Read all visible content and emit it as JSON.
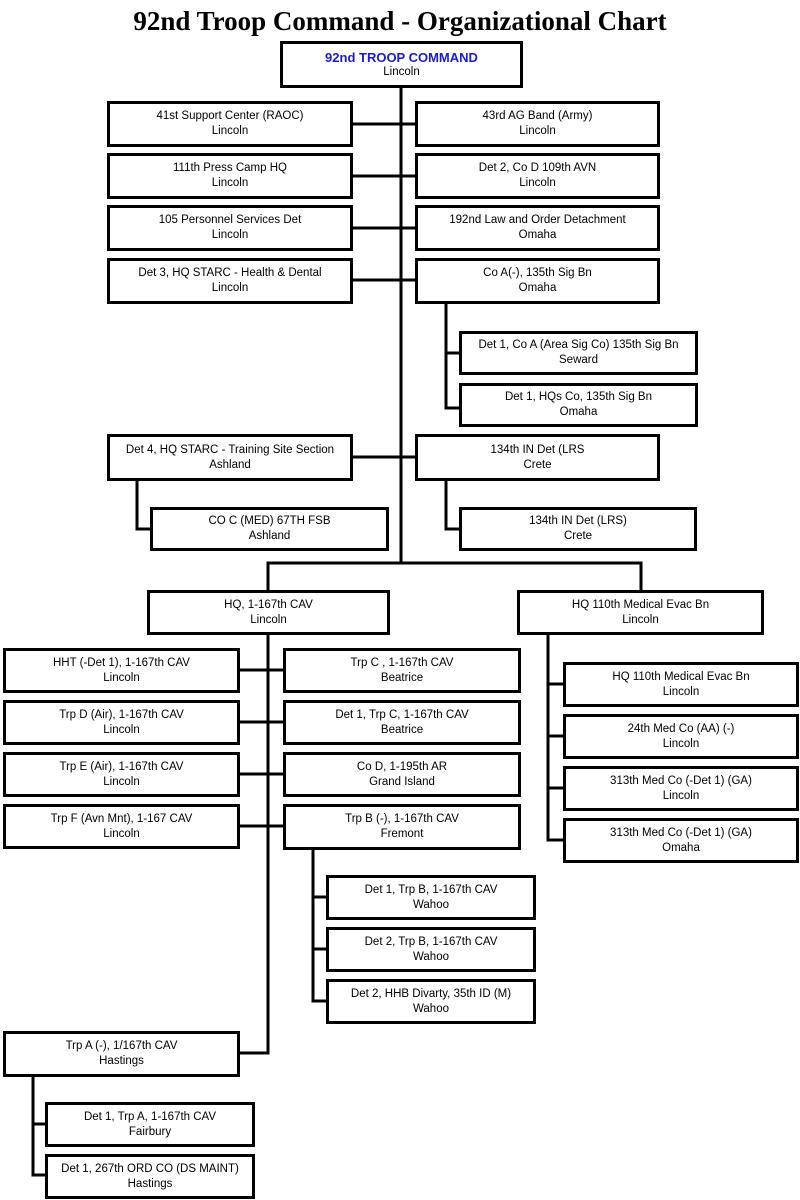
{
  "title": "92nd Troop Command - Organizational Chart",
  "colors": {
    "root_name": "#1a1adc",
    "line": "#000000",
    "box_border": "#000000"
  },
  "units": {
    "root": {
      "name": "92nd TROOP COMMAND",
      "location": "Lincoln"
    },
    "support_center": {
      "name": "41st Support Center (RAOC)",
      "location": "Lincoln"
    },
    "ag_band": {
      "name": "43rd AG Band (Army)",
      "location": "Lincoln"
    },
    "press_camp": {
      "name": "111th Press Camp HQ",
      "location": "Lincoln"
    },
    "det2_co_d_avn": {
      "name": "Det 2, Co D 109th AVN",
      "location": "Lincoln"
    },
    "personnel_services": {
      "name": "105 Personnel Services Det",
      "location": "Lincoln"
    },
    "law_order": {
      "name": "192nd Law and Order Detachment",
      "location": "Omaha"
    },
    "det3_starc": {
      "name": "Det 3, HQ STARC - Health & Dental",
      "location": "Lincoln"
    },
    "co_a_sig": {
      "name": "Co A(-), 135th Sig Bn",
      "location": "Omaha"
    },
    "det1_co_a_sig": {
      "name": "Det 1, Co A (Area Sig Co) 135th Sig Bn",
      "location": "Seward"
    },
    "det1_hqs_sig": {
      "name": "Det 1, HQs Co, 135th Sig Bn",
      "location": "Omaha"
    },
    "det4_starc": {
      "name": "Det 4, HQ STARC - Training Site Section",
      "location": "Ashland"
    },
    "in_det_a": {
      "name": "134th IN Det (LRS",
      "location": "Crete"
    },
    "co_c_fsb": {
      "name": "CO C (MED) 67TH FSB",
      "location": "Ashland"
    },
    "in_det_b": {
      "name": "134th IN Det (LRS)",
      "location": "Crete"
    },
    "hq_cav": {
      "name": "HQ, 1-167th CAV",
      "location": "Lincoln"
    },
    "hq_medevac": {
      "name": "HQ 110th Medical Evac Bn",
      "location": "Lincoln"
    },
    "hht": {
      "name": "HHT (-Det 1), 1-167th CAV",
      "location": "Lincoln"
    },
    "trp_d": {
      "name": "Trp D (Air), 1-167th CAV",
      "location": "Lincoln"
    },
    "trp_e": {
      "name": "Trp E (Air), 1-167th CAV",
      "location": "Lincoln"
    },
    "trp_f": {
      "name": "Trp F (Avn Mnt), 1-167 CAV",
      "location": "Lincoln"
    },
    "trp_c": {
      "name": "Trp C , 1-167th CAV",
      "location": "Beatrice"
    },
    "det1_trp_c": {
      "name": "Det 1, Trp C, 1-167th CAV",
      "location": "Beatrice"
    },
    "co_d_ar": {
      "name": "Co D, 1-195th AR",
      "location": "Grand Island"
    },
    "trp_b": {
      "name": "Trp B (-), 1-167th CAV",
      "location": "Fremont"
    },
    "det1_trp_b": {
      "name": "Det 1, Trp B, 1-167th CAV",
      "location": "Wahoo"
    },
    "det2_trp_b": {
      "name": "Det 2, Trp B, 1-167th CAV",
      "location": "Wahoo"
    },
    "det2_hhb": {
      "name": "Det 2, HHB Divarty, 35th ID (M)",
      "location": "Wahoo"
    },
    "trp_a": {
      "name": "Trp A (-), 1/167th CAV",
      "location": "Hastings"
    },
    "det1_trp_a": {
      "name": "Det 1, Trp A, 1-167th CAV",
      "location": "Fairbury"
    },
    "det1_ord": {
      "name": "Det 1, 267th ORD CO (DS MAINT)",
      "location": "Hastings"
    },
    "hq_medevac_sub": {
      "name": "HQ 110th Medical Evac Bn",
      "location": "Lincoln"
    },
    "med_co_24": {
      "name": "24th Med Co (AA) (-)",
      "location": "Lincoln"
    },
    "med_co_313_a": {
      "name": "313th Med Co (-Det 1) (GA)",
      "location": "Lincoln"
    },
    "med_co_313_b": {
      "name": "313th Med Co (-Det 1) (GA)",
      "location": "Omaha"
    }
  }
}
